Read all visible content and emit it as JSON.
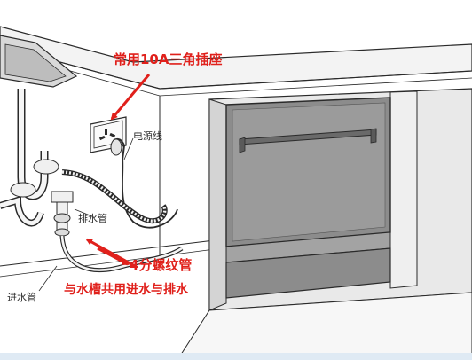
{
  "diagram": {
    "labels": {
      "socket": "常用10A三角插座",
      "power_cable": "电源线",
      "drain_pipe": "排水管",
      "thread": "4分螺纹管",
      "inlet_pipe": "进水管",
      "shared": "与水槽共用进水与排水"
    },
    "colors": {
      "accent_red": "#e0201b",
      "line": "#2a2a2a",
      "door_panel": "#8c8c8c",
      "cabinet": "#e9e9e9"
    }
  }
}
